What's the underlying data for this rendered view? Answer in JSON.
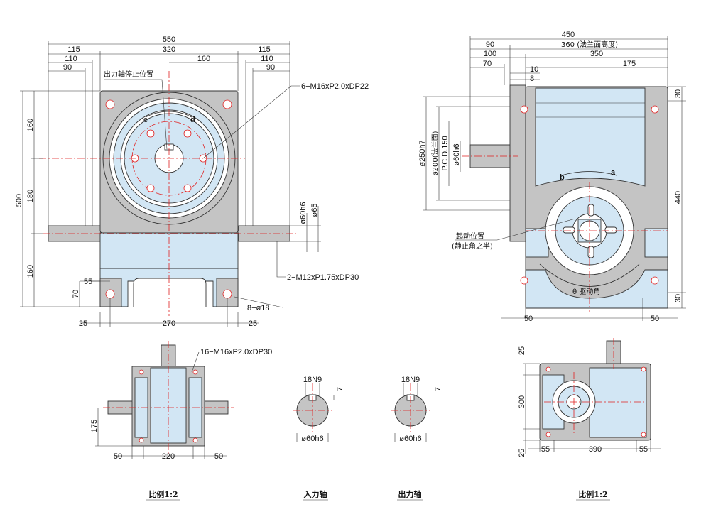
{
  "front_view": {
    "dims": {
      "overall_width": "550",
      "flange_width": "320",
      "side_a": "115",
      "side_b": "110",
      "side_c": "90",
      "side_a_r": "115",
      "side_b_r": "110",
      "side_c_r": "90",
      "offset_160": "160",
      "height_total": "500",
      "upper_160": "160",
      "mid_180": "180",
      "lower_160": "160",
      "base_70": "70",
      "base_55": "55",
      "bottom_25_l": "25",
      "bottom_270": "270",
      "bottom_25_r": "25",
      "shaft_60h6": "ø60h6",
      "shaft_65": "ø65"
    },
    "callouts": {
      "stop_position": "出力轴停止位置",
      "tapped_holes": "6−M16xP2.0xDP22",
      "side_tapped": "2−M12xP1.75xDP30",
      "mount_holes": "8−ø18",
      "dir_e": "e",
      "dir_d": "d"
    }
  },
  "side_view": {
    "dims": {
      "overall_450": "450",
      "d90": "90",
      "d360": "360 (法兰面高度)",
      "d100": "100",
      "d350": "350",
      "d70": "70",
      "d10": "10",
      "d8": "8",
      "d175": "175",
      "top_30": "30",
      "right_440": "440",
      "bot_30": "30",
      "bot_50_l": "50",
      "bot_50_r": "50",
      "dia_250": "ø250h7",
      "dia_200": "ø200(法兰面)",
      "pcd_150": "P.C.D.150",
      "dia_60": "ø60h6"
    },
    "callouts": {
      "start_position": "起动位置",
      "start_note": "(静止角之半)",
      "index_angle": "θ 驱动角",
      "dir_b": "b",
      "dir_a": "a"
    }
  },
  "top_view": {
    "dims": {
      "holes": "16−M16xP2.0xDP30",
      "d175": "175",
      "d50_l": "50",
      "d220": "220",
      "d50_r": "50"
    }
  },
  "input_shaft": {
    "key": "18N9",
    "depth": "7",
    "diameter": "ø60h6"
  },
  "output_shaft": {
    "key": "18N9",
    "depth": "7",
    "diameter": "ø60h6"
  },
  "bottom_view": {
    "dims": {
      "d25_t": "25",
      "d300": "300",
      "d25_b": "25",
      "d55_l": "55",
      "d390": "390",
      "d55_r": "55"
    }
  },
  "captions": {
    "scale_left": "比例1:2",
    "input_shaft": "入力轴",
    "output_shaft": "出力轴",
    "scale_right": "比例1:2"
  },
  "colors": {
    "body": "#d2e6f4",
    "flange": "#c4c4c4",
    "centerline": "#e02020"
  }
}
